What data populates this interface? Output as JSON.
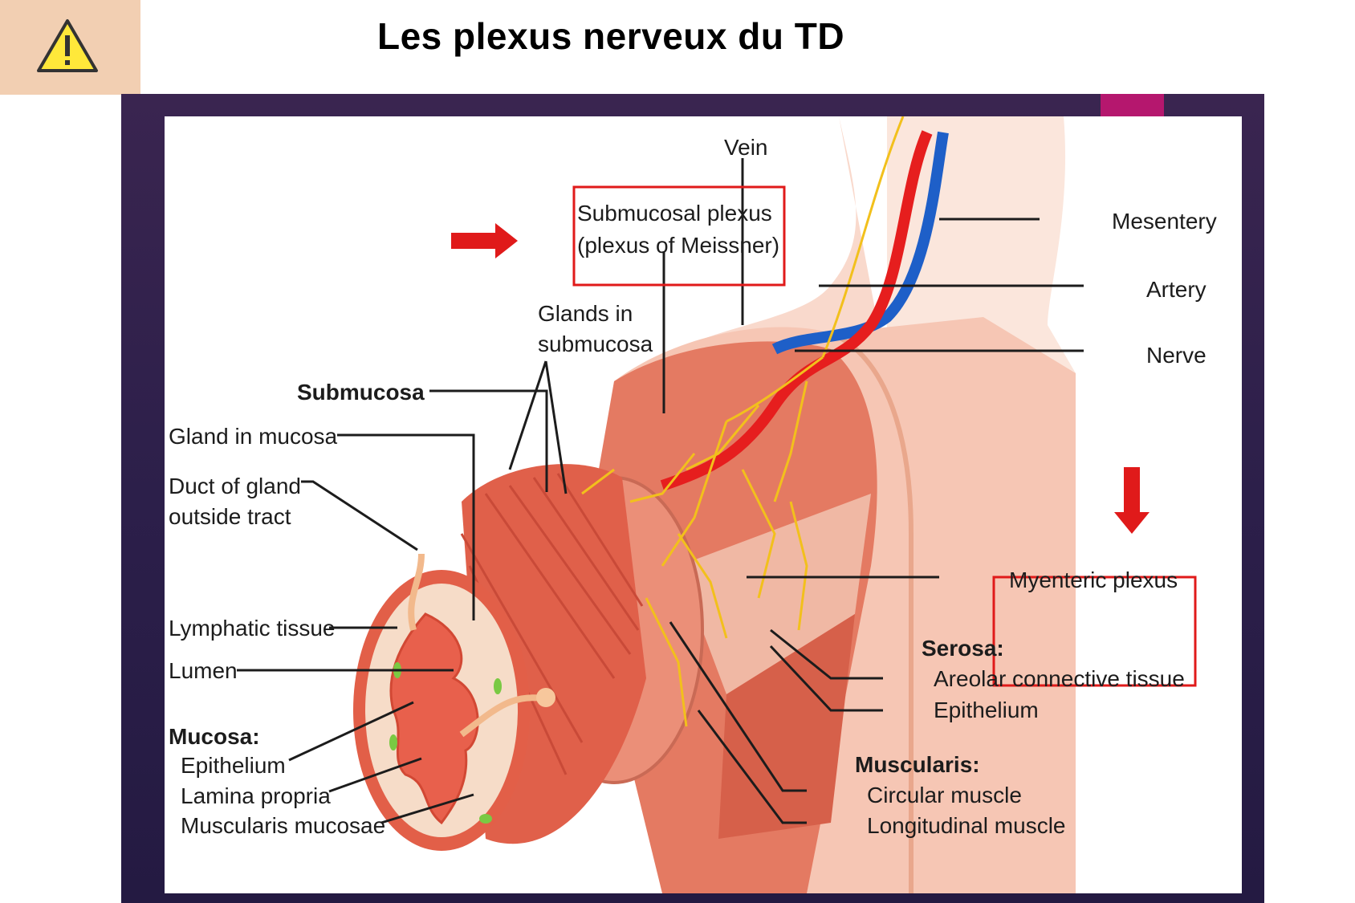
{
  "header": {
    "warning_icon": "warning-triangle-icon",
    "title": "Les plexus nerveux du TD"
  },
  "colors": {
    "warning_bg": "#f2cfb2",
    "warning_fill": "#ffe83a",
    "frame": "#2c1f4a",
    "accent": "#b5176e",
    "artery": "#e61e1e",
    "vein": "#1e5fc8",
    "nerve": "#f2c01c",
    "highlight": "#e01a1a"
  },
  "diagram": {
    "labels": {
      "vein": "Vein",
      "submucosal_plexus_line1": "Submucosal plexus",
      "submucosal_plexus_line2": "(plexus of Meissner)",
      "mesentery": "Mesentery",
      "artery": "Artery",
      "nerve": "Nerve",
      "glands_line1": "Glands in",
      "glands_line2": "submucosa",
      "submucosa": "Submucosa",
      "gland_in_mucosa": "Gland in mucosa",
      "duct_line1": "Duct of gland",
      "duct_line2": "outside tract",
      "lymphatic": "Lymphatic tissue",
      "lumen": "Lumen",
      "mucosa": "Mucosa:",
      "epithelium": "Epithelium",
      "lamina_propria": "Lamina propria",
      "muscularis_mucosae": "Muscularis mucosae",
      "myenteric_plexus": "Myenteric plexus",
      "serosa": "Serosa:",
      "areolar": "Areolar connective tissue",
      "serosa_epithelium": "Epithelium",
      "muscularis": "Muscularis:",
      "circular_muscle": "Circular muscle",
      "longitudinal_muscle": "Longitudinal muscle"
    }
  }
}
